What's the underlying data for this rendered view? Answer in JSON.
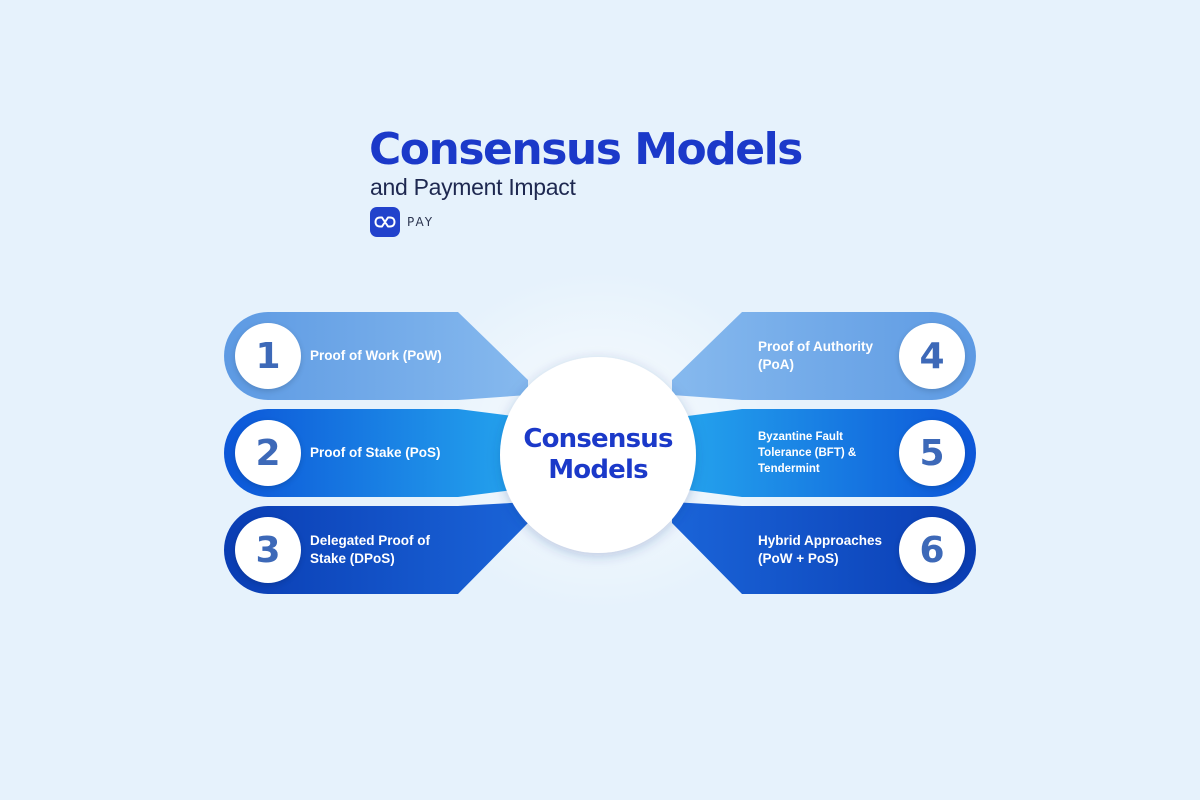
{
  "header": {
    "title": "Consensus Models",
    "subtitle": "and Payment Impact",
    "brand": "PAY"
  },
  "center": {
    "label": "Consensus Models"
  },
  "items": [
    {
      "number": "1",
      "label": "Proof of Work (PoW)"
    },
    {
      "number": "2",
      "label": "Proof of Stake (PoS)"
    },
    {
      "number": "3",
      "label": "Delegated Proof of Stake (DPoS)"
    },
    {
      "number": "4",
      "label": "Proof of Authority (PoA)"
    },
    {
      "number": "5",
      "label": "Byzantine Fault Tolerance (BFT) & Tendermint"
    },
    {
      "number": "6",
      "label": "Hybrid Approaches (PoW + PoS)"
    }
  ],
  "colors": {
    "title": "#1b39c9",
    "row_light": "#6ea6e8",
    "row_mid": "#1467e6",
    "row_dark": "#0d45c2",
    "number": "#3d69b8",
    "background": "#e6f2fc"
  }
}
